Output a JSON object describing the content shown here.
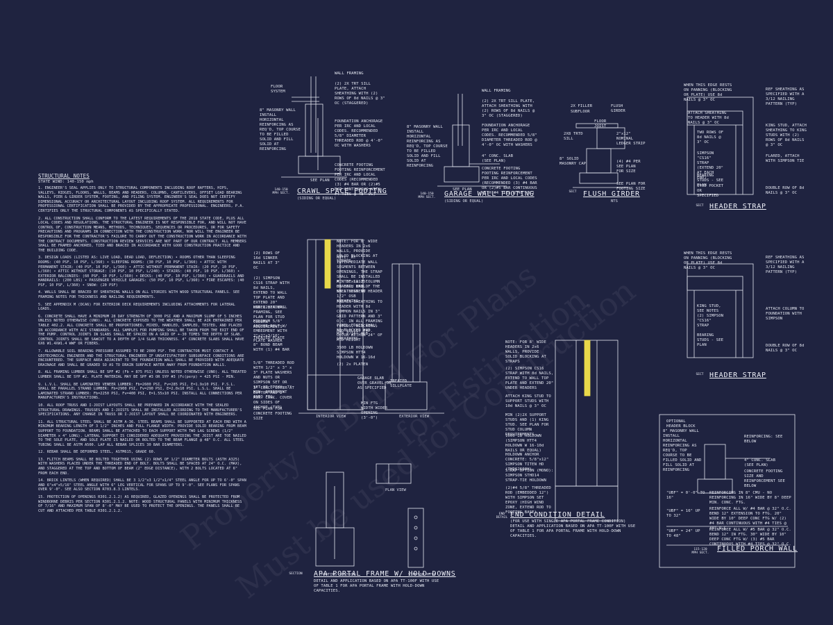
{
  "notes": {
    "heading": "STRUCTURAL NOTES",
    "wind": "STATE WIND: 140-150 mph",
    "items": [
      "1. ENGINEER'S SEAL APPLIES ONLY TO STRUCTURAL COMPONENTS INCLUDING ROOF RAFTERS, HIPS, VALLEYS, RIDGES, FLOORS, WALLS, BEAMS AND HEADERS, COLUMNS, CANTILEVERS, OFFSET LOAD BEARING WALLS, PIER & GIRDER SYSTEM, FOOTING, AND PILING SYSTEM. ENGINEER'S SEAL DOES NOT CERTIFY DIMENSIONAL ACCURACY OR ARCHITECTURAL LAYOUT INCLUDING ROOF SYSTEM. ALL REQUIREMENTS FOR PROFESSIONAL CERTIFICATION SHALL BE PROVIDED BY THE APPROPRIATE PROFESSIONAL. ENGINEERS, P.A. CERTIFIES ONLY THE STRUCTURAL COMPONENTS AS SPECIFICALLY STATED.",
      "2. ALL CONSTRUCTION SHALL CONFORM TO THE LATEST REQUIREMENTS OF THE 2018 STATE CODE, PLUS ALL LOCAL CODES AND REGULATIONS. THE STRUCTURAL ENGINEER IS NOT RESPONSIBLE FOR, AND WILL NOT HAVE CONTROL OF, CONSTRUCTION MEANS, METHODS, TECHNIQUES, SEQUENCES OR PROCEDURES, OR FOR SAFETY PRECAUTIONS AND PROGRAMS IN CONNECTION WITH THE CONSTRUCTION WORK, NOR WILL THE ENGINEER BE RESPONSIBLE FOR THE CONTRACTOR'S FAILURE TO CARRY OUT THE CONSTRUCTION WORK IN ACCORDANCE WITH THE CONTRACT DOCUMENTS. CONSTRUCTION REVIEW SERVICES ARE NOT PART OF OUR CONTRACT. ALL MEMBERS SHALL BE FRAMED ANCHORED, TIED AND BRACED IN ACCORDANCE WITH GOOD CONSTRUCTION PRACTICE AND THE BUILDING CODE.",
      "3. DESIGN LOADS (LISTED AS: LIVE LOAD, DEAD LOAD, DEFLECTION) • ROOMS OTHER THAN SLEEPING ROOMS: (40 PSF, 10 PSF, L/360) • SLEEPING ROOMS: (30 PSF, 10 PSF, L/360) • ATTIC WITH PERMANENT STAIR: (40 PSF, 10 PSF, L/360) • ATTIC WITHOUT PERMANENT STAIR: (20 PSF, 10 PSF, L/360) • ATTIC WITHOUT STORAGE: (10 PSF, 10 PSF, L/240) • STAIRS: (40 PSF, 10 PSF, L/360) • EXTERIOR BALCONIES: (60 PSF, 10 PSF, L/360) • DECKS: (40 PSF, 10 PSF, L/360) • GUARDRAILS AND HANDRAILS: (200 LBS) • PASSENGER VEHICLE GARAGES: (50 PSF, 10 PSF, L/360) • FIRE ESCAPES: (40 PSF, 10 PSF, L/360) • SNOW: (20 PSF)",
      "4. WALLS SHALL BE BRACED BY SHEATHING WALLS ON ALL STORIES WITH WOOD STRUCTURAL PANELS. SEE FRAMING NOTES FOR THICKNESS AND NAILING REQUIREMENTS.",
      "5. SEE APPENDIX M (DCA6) FOR EXTERIOR DECK REQUIREMENTS INCLUDING ATTACHMENTS FOR LATERAL LOADS.",
      "6. CONCRETE SHALL HAVE A MINIMUM 28 DAY STRENGTH OF 3000 PSI AND A MAXIMUM SLUMP OF 5 INCHES UNLESS NOTED OTHERWISE (UNO). ALL CONCRETE EXPOSED TO THE WEATHER SHALL BE AIR ENTRAINED PER TABLE 402.2. ALL CONCRETE SHALL BE PROPORTIONED, MIXED, HANDLED, SAMPLED, TESTED, AND PLACED IN ACCORDANCE WITH ACI STANDARDS. ALL SAMPLES FOR PUMPING SHALL BE TAKEN FROM THE EXIT END OF THE PUMP. CONTROL JOINTS IN SLABS SHALL BE SPACED ON A GRID OF +-30 TIMES THE DEPTH OF SLAB. CONTROL JOINTS SHALL BE SAWCUT TO A DEPTH OF 1/4 SLAB THICKNESS. 4\" CONCRETE SLABS SHALL HAVE 6X6 W1.4XW1.4 WWF OR FIBERS.",
      "7. ALLOWABLE SOIL BEARING PRESSURE ASSUMED TO BE 2000 PSF. THE CONTRACTOR MUST CONTACT A GEOTECHNICAL ENGINEER AND THE STRUCTURAL ENGINEER IF UNSATISFACTORY SUBSURFACE CONDITIONS ARE ENCOUNTERED. THE SURFACE AREA ADJACENT TO THE FOUNDATION WALL SHALL BE PROVIDED WITH ADEQUATE DRAINAGE AND SHALL BE GRADED SO AS TO DRAIN SURFACE WATER AWAY FROM FOUNDATION WALLS.",
      "8. ALL FRAMING LUMBER SHALL BE SPF #2 (Fb = 875 PSI) UNLESS NOTED OTHERWISE (UNO). ALL TREATED LUMBER SHALL BE SYP #2. PLATE MATERIAL MAY BE SPF #3 OR SYP #3 (Fc(perp) = 425 PSI - MIN.",
      "9. L.V.L. SHALL BE LAMINATED VENEER LUMBER: Fb=2600 PSI, Fv=285 PSI, E=1.9x10 PSI. P.S.L. SHALL BE PARALLEL STRAND LUMBER: Fb=2900 PSI, Fv=290 PSI, E=2.0x10 PSI. L.S.L. SHALL BE LAMINATED STRAND LUMBER: Fb=2250 PSI, Fv=400 PSI, E=1.55x10 PSI. INSTALL ALL CONNECTIONS PER MANUFACTURER'S INSTRUCTIONS.",
      "10. ALL ROOF TRUSS AND I-JOIST LAYOUTS SHALL BE PREPARED IN ACCORDANCE WITH THE SEALED STRUCTURAL DRAWINGS. TRUSSES AND I-JOISTS SHALL BE INSTALLED ACCORDING TO THE MANUFACTURER'S SPECIFICATIONS. ANY CHANGE IN TRUSS OR I-JOIST LAYOUT SHALL BE COORDINATED WITH ENGINEERS.",
      "11. ALL STRUCTURAL STEEL SHALL BE ASTM A-36. STEEL BEAMS SHALL BE SUPPORTED AT EACH END WITH A MINIMUM BEARING LENGTH OF 3 1/2\" INCHES AND FULL FLANGE WIDTH. PROVIDE SOLID BEARING FROM BEAM SUPPORT TO FOUNDATION. BEAMS SHALL BE ATTACHED TO EACH SUPPORT WITH TWO LAG SCREWS (1/2\" DIAMETER x 4\" LONG). LATERAL SUPPORT IS CONSIDERED ADEQUATE PROVIDING THE JOIST ARE TOE NAILED TO THE SOLE PLATE, AND SOLE PLATE IS NAILED OR BOLTED TO THE BEAM FLANGE @ 48\" O.C. ALL STEEL TUBING SHALL BE ASTM A500. LAP ALL REBAR SPLICES 30 BAR DIAMETERS.",
      "12. REBAR SHALL BE DEFORMED STEEL, ASTM615, GRADE 60.",
      "13. FLITCH BEAMS SHALL BE BOLTED TOGETHER USING (2) ROWS OF 1/2\" DIAMETER BOLTS (ASTH A325) WITH WASHERS PLACED UNDER THE THREADED END OF BOLT. BOLTS SHALL BE SPACED AT 24\" O.C. (MAX), AND STAGGERED AT THE TOP AND BOTTOM OF BEAM (2\" EDGE DISTANCE), WITH 2 BOLTS LOCATED AT 6\" FROM EACH END.",
      "14. BRICK LINTELS (WHEN REQUIRED) SHALL BE 3 1/2\"x3 1/2\"x1/4\" STEEL ANGLE FOR UP TO 6'-0\" SPAN AND 6\"x4\"x5/16\" STEEL ANGLE WITH 6\" LEG VERTICAL FOR SPANS UP TO 9'-0\". SEE PLANS FOR SPANS OVER 9'-0\". SEE ALSO SECTION R703.8.3 LINTELS.",
      "15. PROTECTION OF OPENINGS R301.2.1.2) AS REQUIRED, GLAZED OPENINGS SHALL BE PROTECTED FROM WINDBORNE DEBRIS PER SECTION R301.2.1.2. NOTE: WOOD STRUCTURAL PANELS WITH MINIMUM THICKNESS OF 7/16\" AND MAXIMUM SPAN OF 8'-0\" MAY BE USED TO PROTECT THE OPENINGS. THE PANELS SHALL BE CUT AND ATTACHED PER TABLE R301.2.1.2."
    ]
  },
  "details": {
    "crawl": {
      "title": "CRAWL SPACE FOOTING",
      "sub": "(SIDING OR EQUAL)",
      "bubble": "140-150 MPH SECT.",
      "labels": [
        "WALL FRAMING",
        "(2) 2X TRT SILL PLATE, ATTACH SHEATHING WITH (2) ROWS OF 8d NAILS @ 3\" OC (STAGGERED)",
        "FLOOR SYSTEM",
        "8\" MASONRY WALL INSTALL HORIZONTAL REINFORCING AS REQ'D, TOP COURSE TO BE FILLED SOLID AND FILL SOLID AT REINFORCING",
        "FOUNDATION ANCHORAGE PER IRC AND LOCAL CODES. RECOMMENDED 5/8\" DIAMETER THREADED ROD @ 4'-0\" OC WITH WASHERS",
        "CONCRETE FOOTING FOOTING REINFORCEMENT PER IRC AND LOCAL CODES (RECOMMENDED (3) #4 BAR OR (2)#5 BAR CONTINUOUS WITH #4 TIES @ 48\" OC)",
        "SEE PLAN"
      ]
    },
    "garage": {
      "title": "GARAGE WALL FOOTING",
      "sub": "(SIDING OR EQUAL)",
      "bubble": "140-150 MPH SECT.",
      "labels": [
        "WALL FRAMING",
        "(2) 2X TRT SILL PLATE, ATTACH SHEATHING WITH (2) ROWS OF 8d NAILS @ 3\" OC (STAGGERED)",
        "8\" MASONRY WALL INSTALL HORIZONTAL REINFORCING AS REQ'D, TOP COURSE TO BE FILLED SOLID AND FILL SOLID AT REINFORCING",
        "FOUNDATION ANCHORAGE PER IRC AND LOCAL CODES. RECOMMENDED 5/8\" DIAMETER THREADED ROD @ 4'-0\" OC WITH WASHERS",
        "4\" CONC. SLAB (SEE PLAN)",
        "CONCRETE FOOTING FOOTING REINFORCEMENT PER IRC AND LOCAL CODES (RECOMMENDED (3) #4 BAR OR (2)#5 BAR CONTINUOUS WITH #4 TIES @ 48\" OC)",
        "SEE PLAN"
      ]
    },
    "girder": {
      "title": "FLUSH GIRDER",
      "sub": "NTS",
      "bubble": "SECT",
      "labels": [
        "2X FILLER",
        "SUBFLOOR",
        "FLUSH GIRDER",
        "FLOOR JOIST",
        "2X8 TRTD SILL",
        "2\"x12\" NOMINAL LEDGER STRIP",
        "8\" SOLID MASONRY CAP",
        "(4) #4 PER SEE PLAN FOR SIZE",
        "SEE PLAN FOR FOOTING SIZE"
      ]
    },
    "header1": {
      "title": "HEADER STRAP",
      "bubble": "SECT",
      "labels": [
        "WHEN THIS EDGE RESTS ON PANNING (BLOCKING OR PLATE) USE 8d NAILS @ 3\" OC",
        "REF SHEATHING AS SPECIFIED WITH A 3/12 NAILING PATTERN (TYP)",
        "ATTACH SHEATHING TO HEADER WITH 8d NAILS @ 3\" OC",
        "TWO ROWS OF 8d NAILS @ 3\" OC",
        "KING STUD, ATTACH SHEATHING TO KING STUDS WITH (2) ROWS OF 8d NAILS @ 3\" OC",
        "SIMPSON \"CS16\" STRAP (EXTEND 20\" AT EACH END)",
        "FLARED, ATTACH WITH SIMPSON TIE",
        "BEARING STUDS - SEE PLAN",
        "STUD POCKET OR SPECIFIED",
        "DOUBLE ROW OF 8d NAILS @ 3\" OC"
      ]
    },
    "header2": {
      "title": "HEADER STRAP",
      "bubble": "SECT",
      "labels": [
        "WHEN THIS EDGE RESTS ON PANNING (BLOCKING OR PLATE) USE 8d NAILS @ 3\" OC",
        "REF SHEATHING AS SPECIFIED WITH A 3/12 NAILING PATTERN (TYP)",
        "KING STUD, SEE NOTES",
        "(2) SIMPSON \"CS16\" STRAP",
        "ATTACH COLUMN TO FOUNDATION WITH SIMPSON",
        "BEARING STUDS - SEE PLAN",
        "DOUBLE ROW OF 8d NAILS @ 3\" OC"
      ]
    },
    "portal": {
      "title": "APA PORTAL FRAME W/ HOLD-DOWNS",
      "bubble": "SECTION",
      "sub": "DETAIL AND APPLICATION BASED ON APA TT-100F WITH USE OF TABLE 1 FOR APA PORTAL FRAME WITH HOLD-DOWN CAPACITIES.",
      "views": [
        "INTERIOR VIEW",
        "EXTERIOR VIEW",
        "FOOTING SECTION",
        "PLAN VIEW",
        "SIMPSON HTT4"
      ],
      "labels": [
        "(2) ROWS OF 16d SINKER NAILS AT 3\" OC",
        "NOTE: FOR 8' WIDE HEADERS IN 2x6 WALLS, PROVIDE SOLID BLOCKING AT STRAPS",
        "NOTE: AT INTERMEDIATE WALL SEGMENTS BETWEEN OPENINGS, THE STRAP SHALL BE INSTALLED AT THE LAST COLUMN ON EACH END OF THE WALL SEGMENT",
        "(2) SIMPSON CS16 STRAP WITH 8d NAILS, EXTEND TO WALL TOP PLATE AND EXTEND 20\" UNDER HEADERS",
        "MIN 3\"x11.25\" HEADER, NAIL SHEATHING TO HEADER",
        "MIN (2)2X WALL FRAMING, SEE PLAN FOR STUD COLUMN REQUIREMENTS",
        "1/2\" OSB SHEATHING",
        "FASTEN SHEATHING TO HEADER WITH 8d COMMON NAILS IN 3\" GRID PATTERN AND 3\" O.C. IN ALL FRAMING (STUDS, BLOCKING, AND SILLS) TYP.",
        "PANEL EDGES SHALL BE BLOCKED AND OCCUR WITHIN 24\" OF MID-HEIGHT",
        "MINIMUM 5/8\" ANCHOR BOLT W/ EMBEDMENT WITH 2\"x2\"x3/16\" PLATE WASHER",
        "TREATED PLATE",
        "MIN 7/16\" OSB SHEATHING",
        "8\" BOND BEAM WITH (1) #4 BAR",
        "3500 LB HOLDOWN SIMPSON HTT4 HOLDOWN W 16-16d",
        "(2) 2x PLATEN",
        "GARAGE SLAB OVER GRAVEL OR AS SPECIFIED",
        "TREATED SILLPLATE",
        "5/8\" THREADED ROD WITH 1/2\" x 3\" x 3\" PLATE WASHERS AND NUTS OR SIMPSON SET OR SET-XP EPOXY. 7\" MIN. EMBEDMENT INTO FTG.",
        "3\" CONC. COVER AT BOTTOM AND 2\" MIN. CONC. COVER ON SIDES OF ANCHOR (TYP)",
        "SEE PLAN FOR CONCRETE FOOTING SIZE",
        "MIN FTG WIDTH WIDER OPENING (3'-0\")"
      ]
    },
    "end": {
      "title": "END CONDITION DETAIL",
      "bubble": "END DETAIL",
      "sub": "(FOR USE WITH SINGLE APA PORTAL FRAME CONDITION) DETAIL AND APPLICATION BASED ON APA TT-100F WITH USE OF TABLE 1 FOR APA PORTAL FRAME WITH HOLD-DOWN CAPACITIES.",
      "labels": [
        "NOTE: FOR 8' WIDE HEADERS IN 2x6 WALLS, PROVIDE SOLID BLOCKING AT STRAPS",
        "(2) SIMPSON CS16 STRAP WITH 8d NAILS, EXTEND TO WALL TOP PLATE AND EXTEND 20\" UNDER HEADERS",
        "ATTACH KING STUD TO SUPPORT STUDS WITH 10d NAILS @ 3\" OC",
        "MIN (2)2X SUPPORT STUDS AND (1) KING STUD. SEE PLAN FOR STUD COLUMN REQUIREMENTS",
        "1000 LB HOLDOWN (SIMPSON HTT4 HOLDOWN W 16-10d NAILS OR EQUAL)",
        "HOLDOWN ANCHOR CONCRETE: 5/8\"x12\" SIMPSON TITEN HD (THD62600H)",
        "STRAP OPTION (MONO): SIMPSON STHD14 STRAP-TIE HOLDOWN",
        "(2)#4 5/8\" THREADED ROD (EMBEDDED 12\") WITH SIMPSON SET EPOXY (HIGH WIND ZONE, EXTEND ROD TO FOOTING BASE)"
      ]
    },
    "porch": {
      "title": "FILLED PORCH WALL",
      "bubble": "115-120 MPH SECT.",
      "labels": [
        "OPTIONAL HEADER BLOCK",
        "8\" MASONRY WALL INSTALL HORIZONTAL REINFORCING AS REQ'D, TOP COURSE TO BE FILLED SOLID AND FILL SOLID AT REINFORCING",
        "REINFORCING: SEE BELOW",
        "4\" CONC. SLAB (SEE PLAN)",
        "CONCRETE FOOTING SIZE AND REINFORCEMENT SEE BELOW"
      ],
      "rows": [
        {
          "key": "\"UBF\" = 0'-0\" TO 16\"",
          "value": "REINFORCING IN 8\" CMU - NO REINFORCING IN 16\" WIDE BY 8\" DEEP MIN. CONC. FTG."
        },
        {
          "key": "\"UBF\" = 16\" UP TO 32\"",
          "value": "REINFORCE ALL W/ #4 BAR @ 32\" O.C. BEND 12\" EXTENSION TO FTG. 20\" WIDE BY 10\" DEEP CONC FTG W/ (2) #4 BAR CONTINUOUS WITH #4 TIES @ 48\" O.C."
        },
        {
          "key": "\"UBF\" = 24\" UP TO 48\"",
          "value": "REINFORCE ALL W/ #5 BAR @ 32\" O.C. BEND 12\" IN FTG. 30\" WIDE BY 10\" DEEP CONC FTG W/ (3) #5 BAR CONTINUOUS WITH #4 TIES @ 32\" O.C."
        }
      ]
    }
  },
  "watermark": {
    "line1": "Property of Build For Plans",
    "line2": "Must be used for Construction",
    "line3": "for Estimation"
  }
}
